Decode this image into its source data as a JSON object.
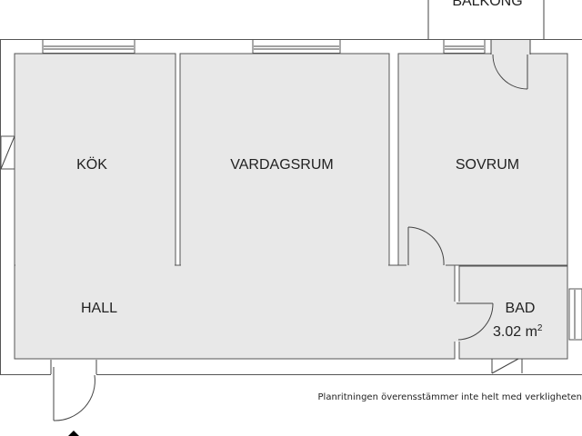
{
  "rooms": {
    "balkong": "BALKONG",
    "kok": "KÖK",
    "vardagsrum": "VARDAGSRUM",
    "sovrum": "SOVRUM",
    "hall": "HALL",
    "bad": "BAD",
    "bad_area": "3.02 m",
    "bad_area_sup": "2"
  },
  "disclaimer": "Planritningen överensstämmer inte helt med verkligheten",
  "colors": {
    "room_fill": "#e8e8e8",
    "wall_line": "#555555"
  }
}
